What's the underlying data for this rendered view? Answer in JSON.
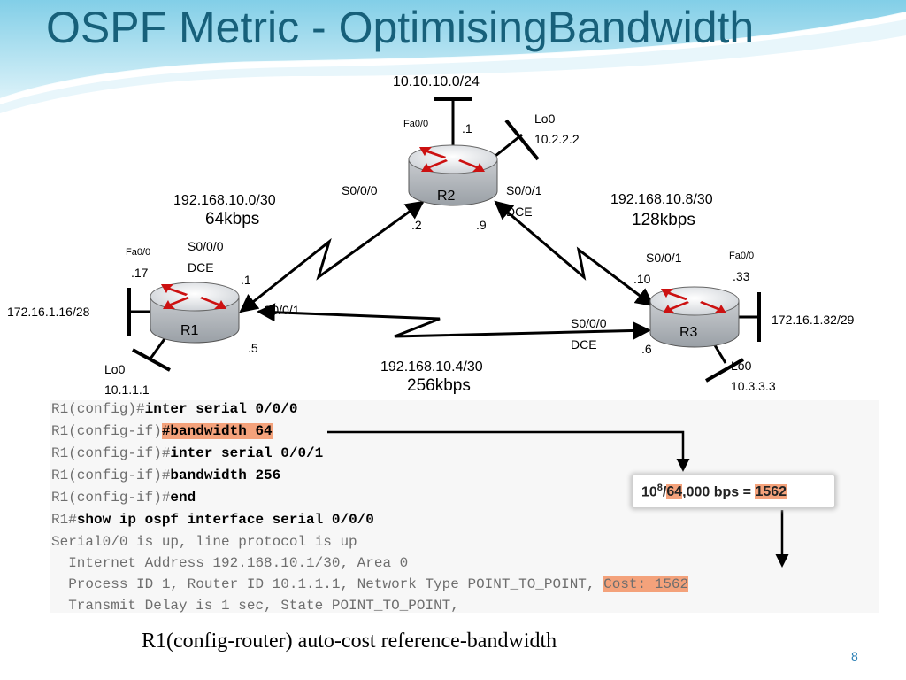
{
  "slide": {
    "title": "OSPF Metric - OptimisingBandwidth",
    "page_number": "8",
    "footer_command": "R1(config-router) auto-cost reference-bandwidth"
  },
  "colors": {
    "title": "#17607a",
    "highlight": "#f4a27b",
    "router_arrows": "#cc1111",
    "link": "#000000"
  },
  "topology": {
    "lan_top": "10.10.10.0/24",
    "r2": {
      "name": "R2",
      "fa_port": "Fa0/0",
      "fa_ip": ".1",
      "lo_name": "Lo0",
      "lo_ip": "10.2.2.2",
      "s000": "S0/0/0",
      "s001": "S0/0/1",
      "dce": "DCE",
      "ip_to_r1": ".2",
      "ip_to_r3": ".9"
    },
    "r1": {
      "name": "R1",
      "fa_port": "Fa0/0",
      "fa_ip": ".17",
      "lan": "172.16.1.16/28",
      "lo_name": "Lo0",
      "lo_ip": "10.1.1.1",
      "s000": "S0/0/0",
      "dce": "DCE",
      "ip_to_r2": ".1",
      "s001": "S0/0/1",
      "ip_to_r3": ".5"
    },
    "r3": {
      "name": "R3",
      "fa_port": "Fa0/0",
      "fa_ip": ".33",
      "lan": "172.16.1.32/29",
      "lo_name": "Lo0",
      "lo_ip": "10.3.3.3",
      "s001": "S0/0/1",
      "ip_to_r2": ".10",
      "s000": "S0/0/0",
      "dce": "DCE",
      "ip_to_r1": ".6"
    },
    "link_r1_r2": {
      "network": "192.168.10.0/30",
      "bandwidth": "64kbps"
    },
    "link_r2_r3": {
      "network": "192.168.10.8/30",
      "bandwidth": "128kbps"
    },
    "link_r1_r3": {
      "network": "192.168.10.4/30",
      "bandwidth": "256kbps"
    }
  },
  "cli": {
    "l1_prompt": "R1(config)#",
    "l1_cmd": "inter serial 0/0/0",
    "l2_prompt": "R1(config-if)",
    "l2_cmd": "#bandwidth 64",
    "l3_prompt": "R1(config-if)#",
    "l3_cmd": "inter serial 0/0/1",
    "l4_prompt": "R1(config-if)#",
    "l4_cmd": "bandwidth 256",
    "l5_prompt": "R1(config-if)#",
    "l5_cmd": "end",
    "l6_prompt": "R1#",
    "l6_cmd": "show ip ospf interface serial 0/0/0",
    "l7": "Serial0/0 is up, line protocol is up",
    "l8": "  Internet Address 192.168.10.1/30, Area 0",
    "l9_text": "  Process ID 1, Router ID 10.1.1.1, Network Type POINT_TO_POINT, ",
    "l9_cost": "Cost: 1562",
    "l10": "  Transmit Delay is 1 sec, State POINT_TO_POINT,"
  },
  "calculation": {
    "base": "10",
    "exponent": "8",
    "slash": "/",
    "bw_highlight": "64",
    "bw_rest": ",000 bps = ",
    "result": "1562"
  }
}
